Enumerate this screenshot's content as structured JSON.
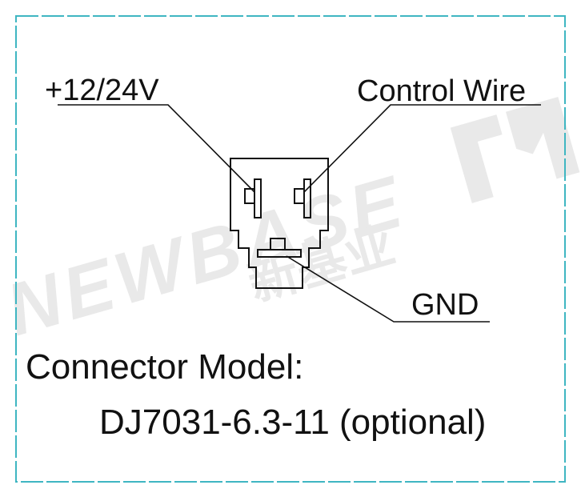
{
  "colors": {
    "frame": "#3fb6c2",
    "line": "#111111",
    "watermark": "#e9e9e9"
  },
  "watermark": {
    "brand_text": "NEWBASE",
    "brand_cn": "新基业"
  },
  "connector": {
    "pins": [
      "+12/24V",
      "Control Wire",
      "GND"
    ]
  },
  "labels": {
    "power": "+12/24V",
    "control": "Control Wire",
    "gnd": "GND"
  },
  "model": {
    "title": "Connector Model:",
    "value": "DJ7031-6.3-11 (optional)"
  }
}
